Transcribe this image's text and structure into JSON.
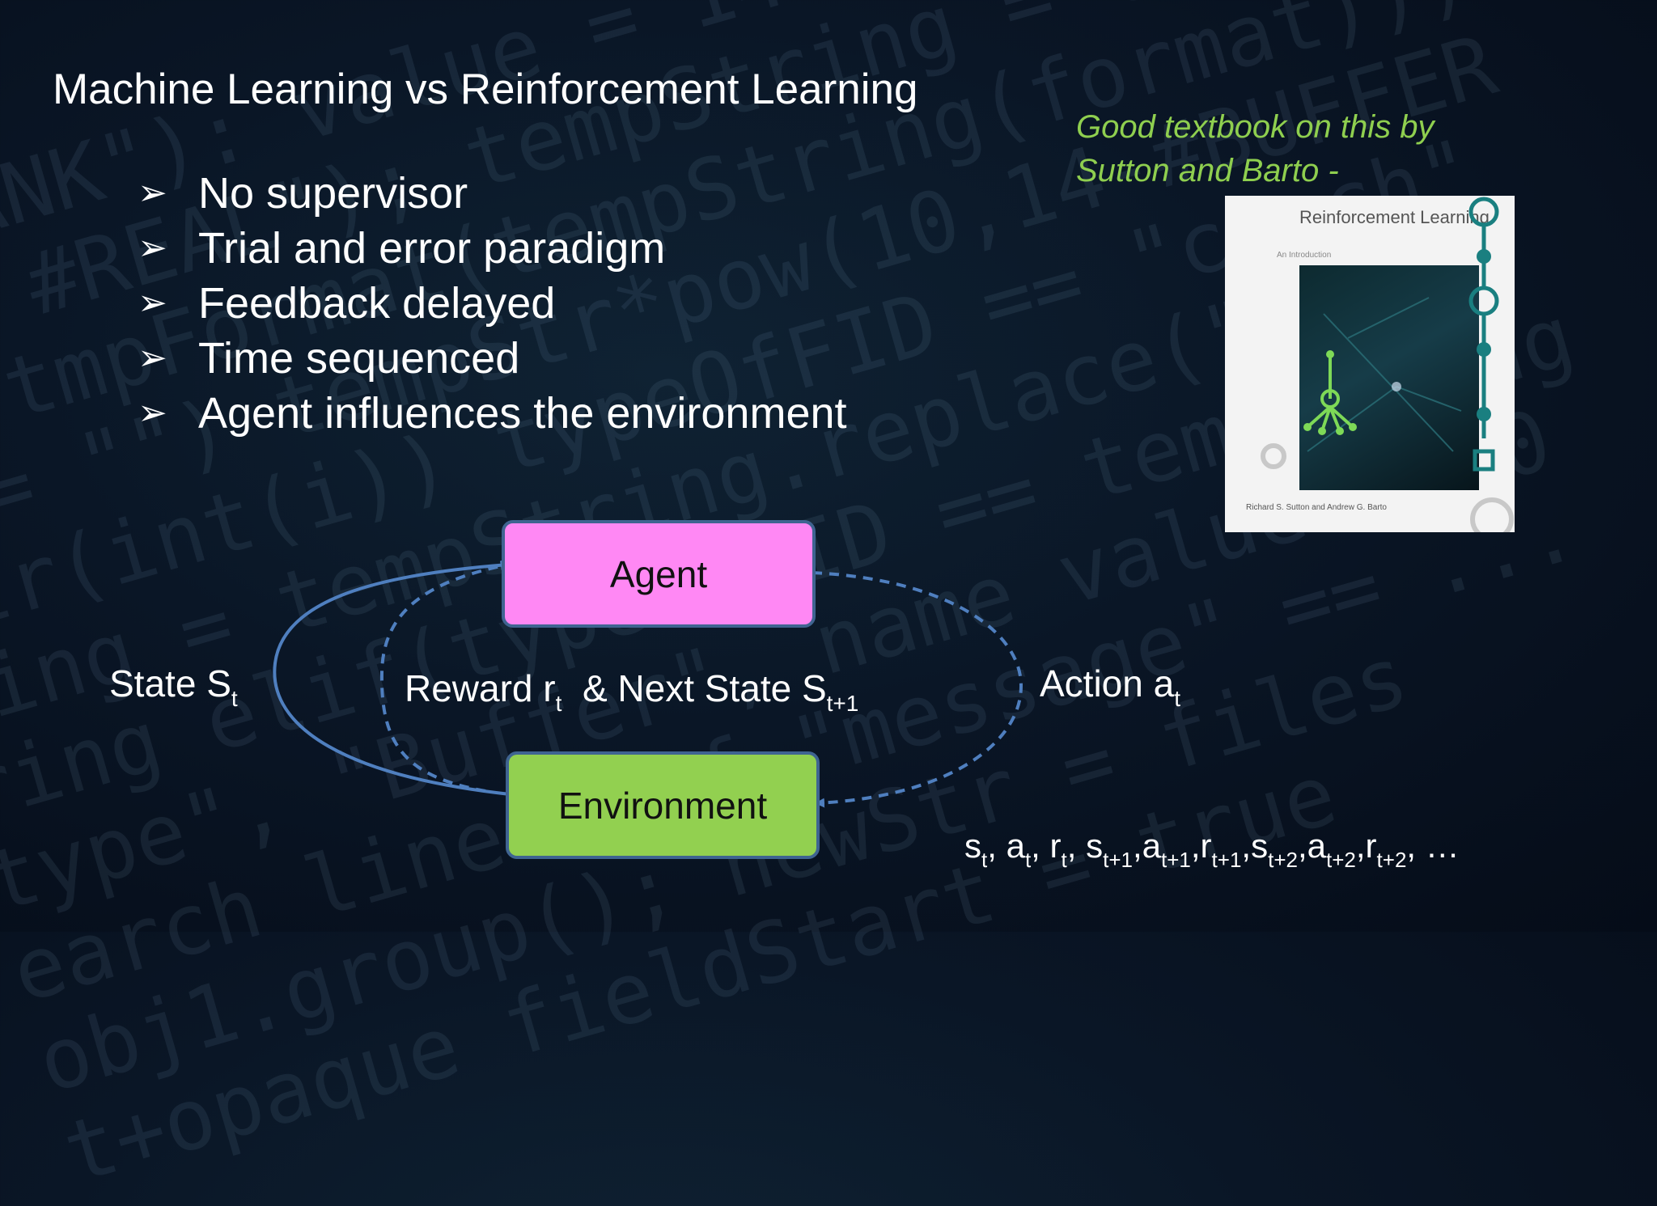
{
  "slide": {
    "title": "Machine Learning vs Reinforcement Learning",
    "bullets": [
      "No supervisor",
      "Trial and error paradigm",
      "Feedback delayed",
      "Time sequenced",
      "Agent influences the environment"
    ],
    "bullet_marker": "➢",
    "textbook_note": "Good textbook on this by Sutton and Barto -",
    "book": {
      "title": "Reinforcement Learning",
      "subtitle": "An Introduction",
      "authors": "Richard S. Sutton and Andrew G. Barto"
    }
  },
  "diagram": {
    "agent": "Agent",
    "environment": "Environment",
    "state": {
      "text": "State S",
      "sub": "t"
    },
    "reward": {
      "text1": "Reward r",
      "sub1": "t",
      "text2": "  & Next State S",
      "sub2": "t+1"
    },
    "action": {
      "text": "Action a",
      "sub": "t"
    },
    "sequence": [
      {
        "base": "s",
        "sub": "t",
        "sep": ", "
      },
      {
        "base": "a",
        "sub": "t",
        "sep": ", "
      },
      {
        "base": "r",
        "sub": "t",
        "sep": ", "
      },
      {
        "base": "s",
        "sub": "t+1",
        "sep": ","
      },
      {
        "base": "a",
        "sub": "t+1",
        "sep": ","
      },
      {
        "base": "r",
        "sub": "t+1",
        "sep": ","
      },
      {
        "base": "s",
        "sub": "t+2",
        "sep": ","
      },
      {
        "base": "a",
        "sub": "t+2",
        "sep": ","
      },
      {
        "base": "r",
        "sub": "t+2",
        "sep": ", …"
      }
    ]
  },
  "colors": {
    "agent_fill": "#ff88f4",
    "environment_fill": "#92d050",
    "box_border": "#3f6491",
    "arrow": "#4f7fbf",
    "note_text": "#8fcf4f"
  }
}
